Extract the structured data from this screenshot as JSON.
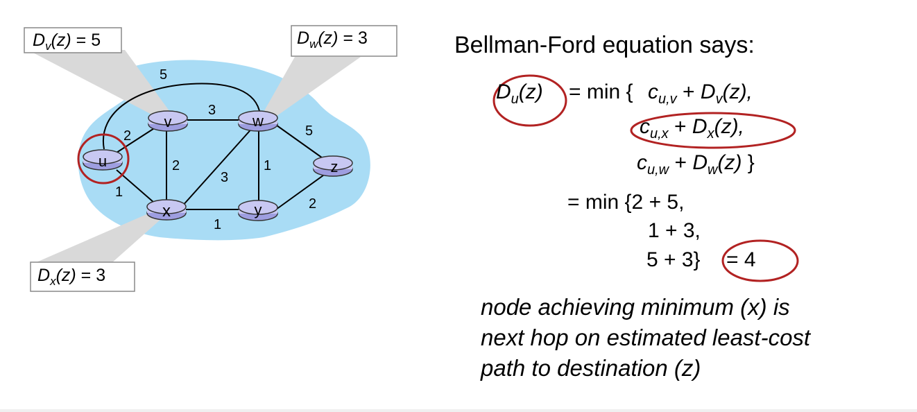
{
  "network": {
    "nodes": [
      "u",
      "v",
      "w",
      "x",
      "y",
      "z"
    ],
    "links": [
      {
        "from": "u",
        "to": "v",
        "cost": "2"
      },
      {
        "from": "u",
        "to": "x",
        "cost": "1"
      },
      {
        "from": "u",
        "to": "w",
        "cost": "5"
      },
      {
        "from": "v",
        "to": "w",
        "cost": "3"
      },
      {
        "from": "v",
        "to": "x",
        "cost": "2"
      },
      {
        "from": "x",
        "to": "w",
        "cost": "3"
      },
      {
        "from": "x",
        "to": "y",
        "cost": "1"
      },
      {
        "from": "w",
        "to": "y",
        "cost": "1"
      },
      {
        "from": "w",
        "to": "z",
        "cost": "5"
      },
      {
        "from": "y",
        "to": "z",
        "cost": "2"
      }
    ],
    "highlighted_node": "u",
    "callouts": {
      "dv": {
        "fn": "D",
        "sub": "v",
        "arg": "(z)",
        "value": " = 5"
      },
      "dw": {
        "fn": "D",
        "sub": "w",
        "arg": "(z)",
        "value": " = 3"
      },
      "dx": {
        "fn": "D",
        "sub": "x",
        "arg": "(z)",
        "value": " = 3"
      }
    }
  },
  "equation": {
    "title": "Bellman-Ford equation says:",
    "lhs": {
      "fn": "D",
      "sub": "u",
      "arg": "(z)"
    },
    "min_open": "= min {",
    "terms": [
      {
        "c": "c",
        "csub": "u,v",
        "plus": "+",
        "d": "D",
        "dsub": "v",
        "arg": "(z),",
        "close": ""
      },
      {
        "c": "c",
        "csub": "u,x",
        "plus": "+",
        "d": "D",
        "dsub": "x",
        "arg": "(z),",
        "close": ""
      },
      {
        "c": "c",
        "csub": "u,w",
        "plus": "+",
        "d": "D",
        "dsub": "w",
        "arg": "(z)",
        "close": " }"
      }
    ],
    "numeric_lines": [
      "= min {2 + 5,",
      "1 + 3,",
      "5 + 3}"
    ],
    "result": "= 4",
    "highlight_color": "#b22222"
  },
  "note": [
    "node achieving minimum (x) is",
    "next hop on estimated least-cost",
    "path to destination (z)"
  ]
}
